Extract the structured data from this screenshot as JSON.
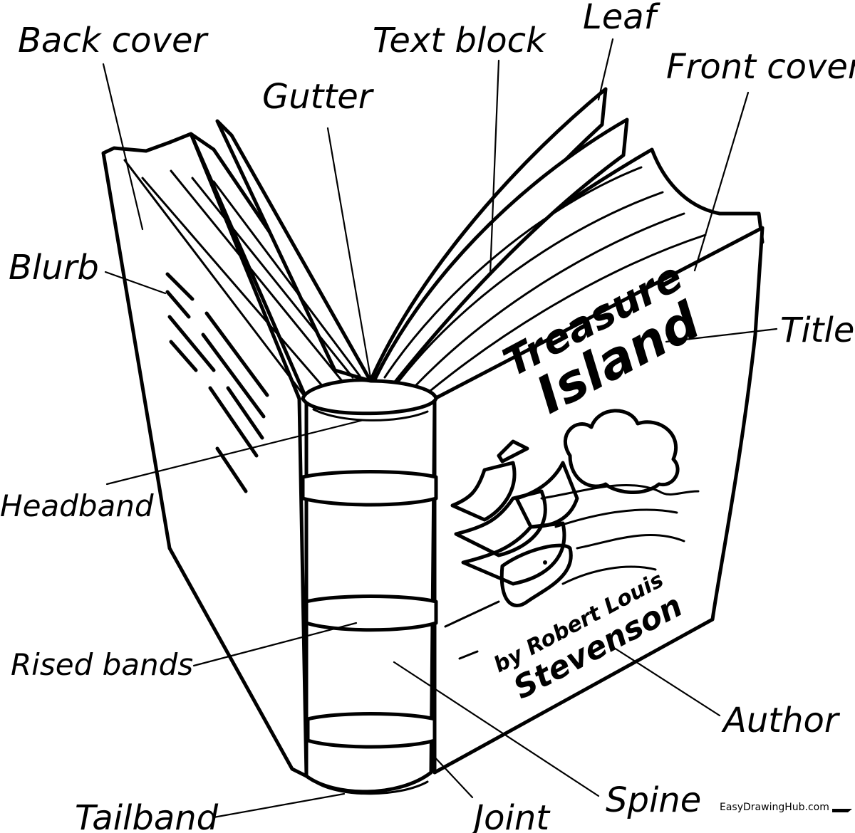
{
  "labels": {
    "back_cover": "Back cover",
    "text_block": "Text block",
    "leaf": "Leaf",
    "front_cover": "Front cover",
    "gutter": "Gutter",
    "blurb": "Blurb",
    "title": "Title",
    "headband": "Headband",
    "rised_bands": "Rised bands",
    "author": "Author",
    "spine": "Spine",
    "tailband": "Tailband",
    "joint": "Joint"
  },
  "cover": {
    "title_line1": "Treasure",
    "title_line2": "Island",
    "author_line1": "by Robert Louis",
    "author_line2": "Stevenson"
  },
  "watermark": "EasyDrawingHub.com"
}
